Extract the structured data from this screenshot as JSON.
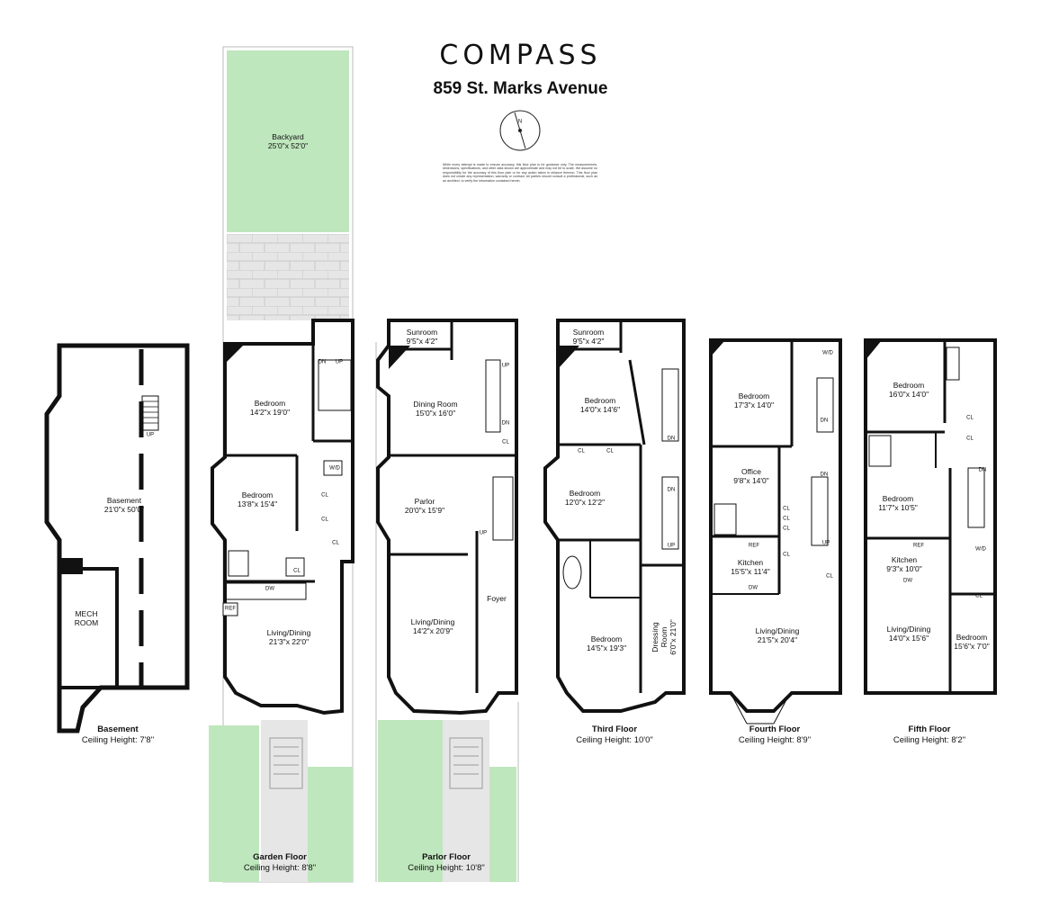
{
  "header": {
    "brand": "COMPASS",
    "address": "859 St. Marks Avenue",
    "disclaimer": "While every attempt is made to ensure accuracy, this floor plan is for guidance only. The measurements, dimensions, specifications, and other data shown are approximate and may not be to scale. We assume no responsibility for the accuracy of this floor plan or for any action taken in reliance thereon. This floor plan does not create any representation, warranty or contract. All parties should consult a professional, such as an architect, to verify the information contained herein.",
    "compass_letter": "N"
  },
  "colors": {
    "wall": "#111111",
    "green": "#bfe7bd",
    "paving": "#e6e6e6",
    "paving_line": "#c8c8c8"
  },
  "floors": {
    "basement": {
      "title": "Basement",
      "ceiling": "Ceiling Height: 7'8\""
    },
    "garden": {
      "title": "Garden Floor",
      "ceiling": "Ceiling Height: 8'8\""
    },
    "parlor": {
      "title": "Parlor Floor",
      "ceiling": "Ceiling Height: 10'8\""
    },
    "third": {
      "title": "Third Floor",
      "ceiling": "Ceiling Height: 10'0\""
    },
    "fourth": {
      "title": "Fourth Floor",
      "ceiling": "Ceiling Height: 8'9\""
    },
    "fifth": {
      "title": "Fifth Floor",
      "ceiling": "Ceiling Height: 8'2\""
    }
  },
  "rooms": {
    "backyard": {
      "name": "Backyard",
      "dim": "25'0\"x 52'0\""
    },
    "basement": {
      "name": "Basement",
      "dim": "21'0\"x 50'0\""
    },
    "mech": {
      "name": "MECH",
      "name2": "ROOM"
    },
    "garden_bed1": {
      "name": "Bedroom",
      "dim": "14'2\"x 19'0\""
    },
    "garden_bed2": {
      "name": "Bedroom",
      "dim": "13'8\"x 15'4\""
    },
    "garden_living": {
      "name": "Living/Dining",
      "dim": "21'3\"x 22'0\""
    },
    "parlor_sunroom": {
      "name": "Sunroom",
      "dim": "9'5\"x 4'2\""
    },
    "parlor_dining": {
      "name": "Dining Room",
      "dim": "15'0\"x 16'0\""
    },
    "parlor_parlor": {
      "name": "Parlor",
      "dim": "20'0\"x 15'9\""
    },
    "parlor_foyer": {
      "name": "Foyer"
    },
    "parlor_living": {
      "name": "Living/Dining",
      "dim": "14'2\"x 20'9\""
    },
    "third_sunroom": {
      "name": "Sunroom",
      "dim": "9'5\"x 4'2\""
    },
    "third_bed1": {
      "name": "Bedroom",
      "dim": "14'0\"x 14'6\""
    },
    "third_bed2": {
      "name": "Bedroom",
      "dim": "12'0\"x 12'2\""
    },
    "third_bed3": {
      "name": "Bedroom",
      "dim": "14'5\"x 19'3\""
    },
    "third_dressing": {
      "name": "Dressing",
      "name2": "Room",
      "dim": "6'0\"x 21'0\""
    },
    "fourth_bed": {
      "name": "Bedroom",
      "dim": "17'3\"x 14'0\""
    },
    "fourth_office": {
      "name": "Office",
      "dim": "9'8\"x 14'0\""
    },
    "fourth_kitchen": {
      "name": "Kitchen",
      "dim": "15'5\"x 11'4\""
    },
    "fourth_living": {
      "name": "Living/Dining",
      "dim": "21'5\"x 20'4\""
    },
    "fifth_bed1": {
      "name": "Bedroom",
      "dim": "16'0\"x 14'0\""
    },
    "fifth_bed2": {
      "name": "Bedroom",
      "dim": "11'7\"x 10'5\""
    },
    "fifth_kitchen": {
      "name": "Kitchen",
      "dim": "9'3\"x 10'0\""
    },
    "fifth_living": {
      "name": "Living/Dining",
      "dim": "14'0\"x 15'6\""
    },
    "fifth_bed3": {
      "name": "Bedroom",
      "dim": "15'6\"x 7'0\""
    }
  },
  "labels": {
    "up": "UP",
    "dn": "DN",
    "cl": "CL",
    "wd": "W/D",
    "dw": "DW",
    "ref": "REF"
  }
}
